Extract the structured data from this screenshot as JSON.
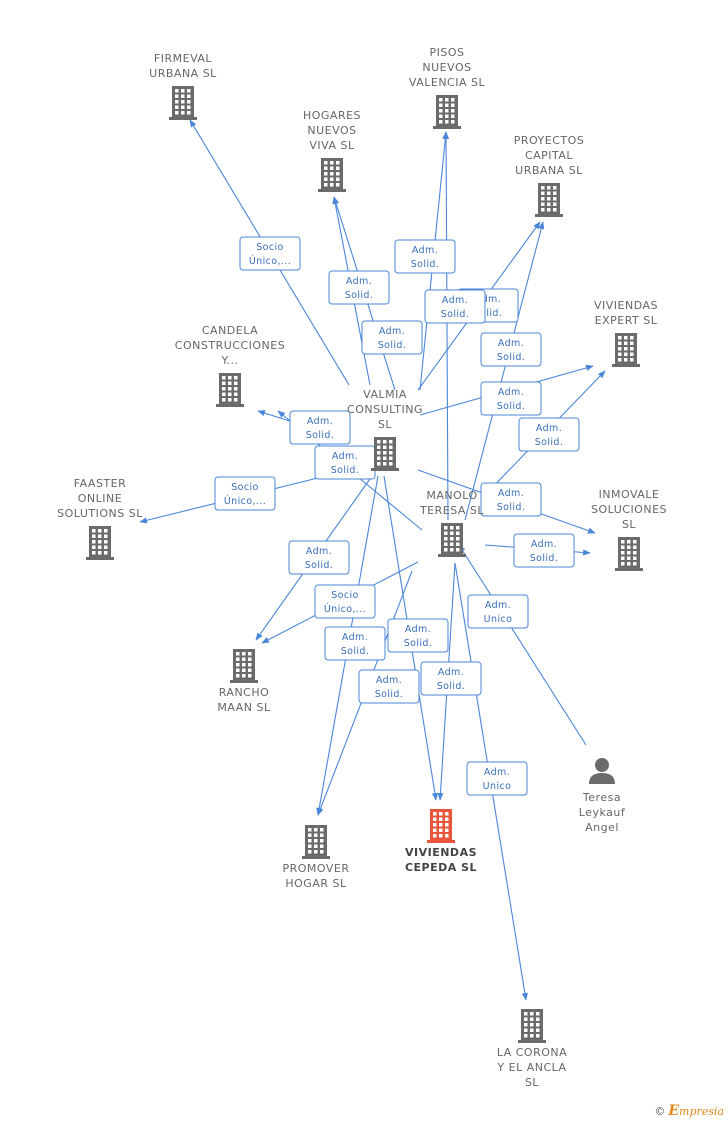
{
  "nodes": [
    {
      "id": "firmeval",
      "lines": [
        "FIRMEVAL",
        "URBANA  SL"
      ],
      "type": "company"
    },
    {
      "id": "pisos",
      "lines": [
        "PISOS",
        "NUEVOS",
        "VALENCIA  SL"
      ],
      "type": "company"
    },
    {
      "id": "hogares",
      "lines": [
        "HOGARES",
        "NUEVOS",
        "VIVA  SL"
      ],
      "type": "company"
    },
    {
      "id": "proyectos",
      "lines": [
        "PROYECTOS",
        "CAPITAL",
        "URBANA  SL"
      ],
      "type": "company"
    },
    {
      "id": "candela",
      "lines": [
        "CANDELA",
        "CONSTRUCCIONES",
        "Y..."
      ],
      "type": "company"
    },
    {
      "id": "viviendas_expert",
      "lines": [
        "VIVIENDAS",
        "EXPERT  SL"
      ],
      "type": "company"
    },
    {
      "id": "valmia",
      "lines": [
        "VALMIA",
        "CONSULTING",
        "SL"
      ],
      "type": "company"
    },
    {
      "id": "faaster",
      "lines": [
        "FAASTER",
        "ONLINE",
        "SOLUTIONS  SL"
      ],
      "type": "company"
    },
    {
      "id": "manolo",
      "lines": [
        "MANOLO",
        "TERESA  SL"
      ],
      "type": "company"
    },
    {
      "id": "inmovale",
      "lines": [
        "INMOVALE",
        "SOLUCIONES",
        "SL"
      ],
      "type": "company"
    },
    {
      "id": "rancho",
      "lines": [
        "RANCHO",
        "MAAN  SL"
      ],
      "type": "company"
    },
    {
      "id": "teresa",
      "lines": [
        "Teresa",
        "Leykauf",
        "Angel"
      ],
      "type": "person"
    },
    {
      "id": "promover",
      "lines": [
        "PROMOVER",
        "HOGAR  SL"
      ],
      "type": "company"
    },
    {
      "id": "viviendas_cepeda",
      "lines": [
        "VIVIENDAS",
        "CEPEDA  SL"
      ],
      "type": "main"
    },
    {
      "id": "lacorona",
      "lines": [
        "LA CORONA",
        "Y EL ANCLA",
        "SL"
      ],
      "type": "company"
    }
  ],
  "edges": [
    {
      "label": [
        "Socio",
        "Único,..."
      ]
    },
    {
      "label": [
        "Adm.",
        "Solid."
      ]
    },
    {
      "label": [
        "Adm.",
        "Solid."
      ]
    },
    {
      "label": [
        "Adm.",
        "Solid."
      ]
    },
    {
      "label": [
        "Adm.",
        "Solid."
      ]
    },
    {
      "label": [
        "Adm.",
        "Solid."
      ]
    },
    {
      "label": [
        "Adm.",
        "Solid."
      ]
    },
    {
      "label": [
        "Adm.",
        "Solid."
      ]
    },
    {
      "label": [
        "Adm.",
        "Solid."
      ]
    },
    {
      "label": [
        "Adm.",
        "Solid."
      ]
    },
    {
      "label": [
        "Adm.",
        "Solid."
      ]
    },
    {
      "label": [
        "Adm.",
        "Solid."
      ]
    },
    {
      "label": [
        "Socio",
        "Único,..."
      ]
    },
    {
      "label": [
        "Adm.",
        "Solid."
      ]
    },
    {
      "label": [
        "Adm.",
        "Solid."
      ]
    },
    {
      "label": [
        "Adm.",
        "Unico"
      ]
    },
    {
      "label": [
        "Socio",
        "Único,..."
      ]
    },
    {
      "label": [
        "Adm.",
        "Solid."
      ]
    },
    {
      "label": [
        "Adm.",
        "Solid."
      ]
    },
    {
      "label": [
        "Adm.",
        "Solid."
      ]
    },
    {
      "label": [
        "Adm.",
        "Solid."
      ]
    },
    {
      "label": [
        "Adm.",
        "Unico"
      ]
    }
  ],
  "colors": {
    "edge": "#4a86d8",
    "building": "#6b6b6b",
    "main_building": "#e8553a",
    "person": "#6b6b6b"
  },
  "footer": {
    "copyright": "©",
    "brand_initial": "E",
    "brand_rest": "mpresia"
  }
}
